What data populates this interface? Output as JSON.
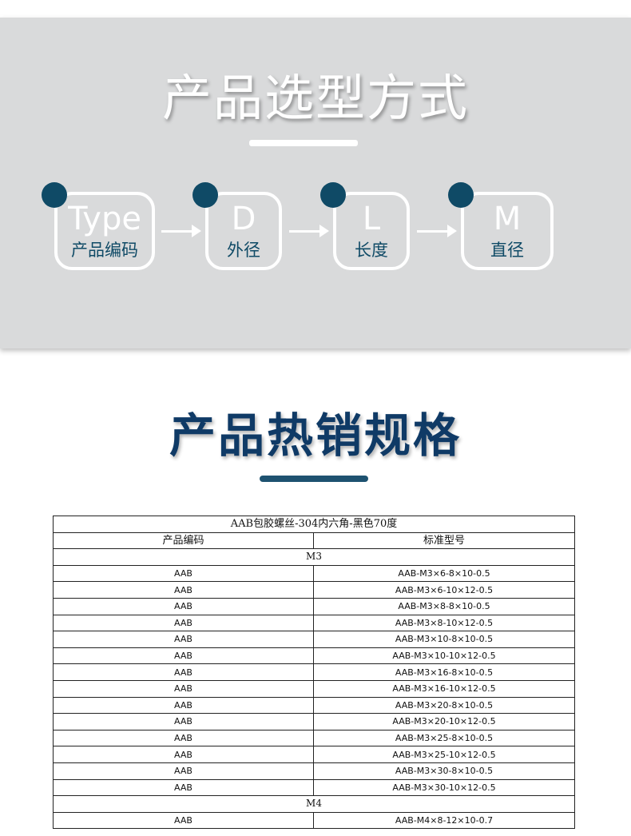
{
  "selection": {
    "title": "产品选型方式",
    "steps": [
      {
        "code": "Type",
        "label": "产品编码"
      },
      {
        "code": "D",
        "label": "外径"
      },
      {
        "code": "L",
        "label": "长度"
      },
      {
        "code": "M",
        "label": "直径"
      }
    ]
  },
  "hot": {
    "title": "产品热销规格"
  },
  "table": {
    "caption": "AAB包胶螺丝-304内六角-黑色70度",
    "headers": [
      "产品编码",
      "标准型号"
    ],
    "groups": [
      {
        "name": "M3",
        "rows": [
          [
            "AAB",
            "AAB-M3×6-8×10-0.5"
          ],
          [
            "AAB",
            "AAB-M3×6-10×12-0.5"
          ],
          [
            "AAB",
            "AAB-M3×8-8×10-0.5"
          ],
          [
            "AAB",
            "AAB-M3×8-10×12-0.5"
          ],
          [
            "AAB",
            "AAB-M3×10-8×10-0.5"
          ],
          [
            "AAB",
            "AAB-M3×10-10×12-0.5"
          ],
          [
            "AAB",
            "AAB-M3×16-8×10-0.5"
          ],
          [
            "AAB",
            "AAB-M3×16-10×12-0.5"
          ],
          [
            "AAB",
            "AAB-M3×20-8×10-0.5"
          ],
          [
            "AAB",
            "AAB-M3×20-10×12-0.5"
          ],
          [
            "AAB",
            "AAB-M3×25-8×10-0.5"
          ],
          [
            "AAB",
            "AAB-M3×25-10×12-0.5"
          ],
          [
            "AAB",
            "AAB-M3×30-8×10-0.5"
          ],
          [
            "AAB",
            "AAB-M3×30-10×12-0.5"
          ]
        ]
      },
      {
        "name": "M4",
        "rows": [
          [
            "AAB",
            "AAB-M4×8-12×10-0.7"
          ]
        ]
      }
    ]
  },
  "colors": {
    "panel": "#d9dadb",
    "accent": "#0f4a66",
    "title_dark": "#0f3a66"
  }
}
